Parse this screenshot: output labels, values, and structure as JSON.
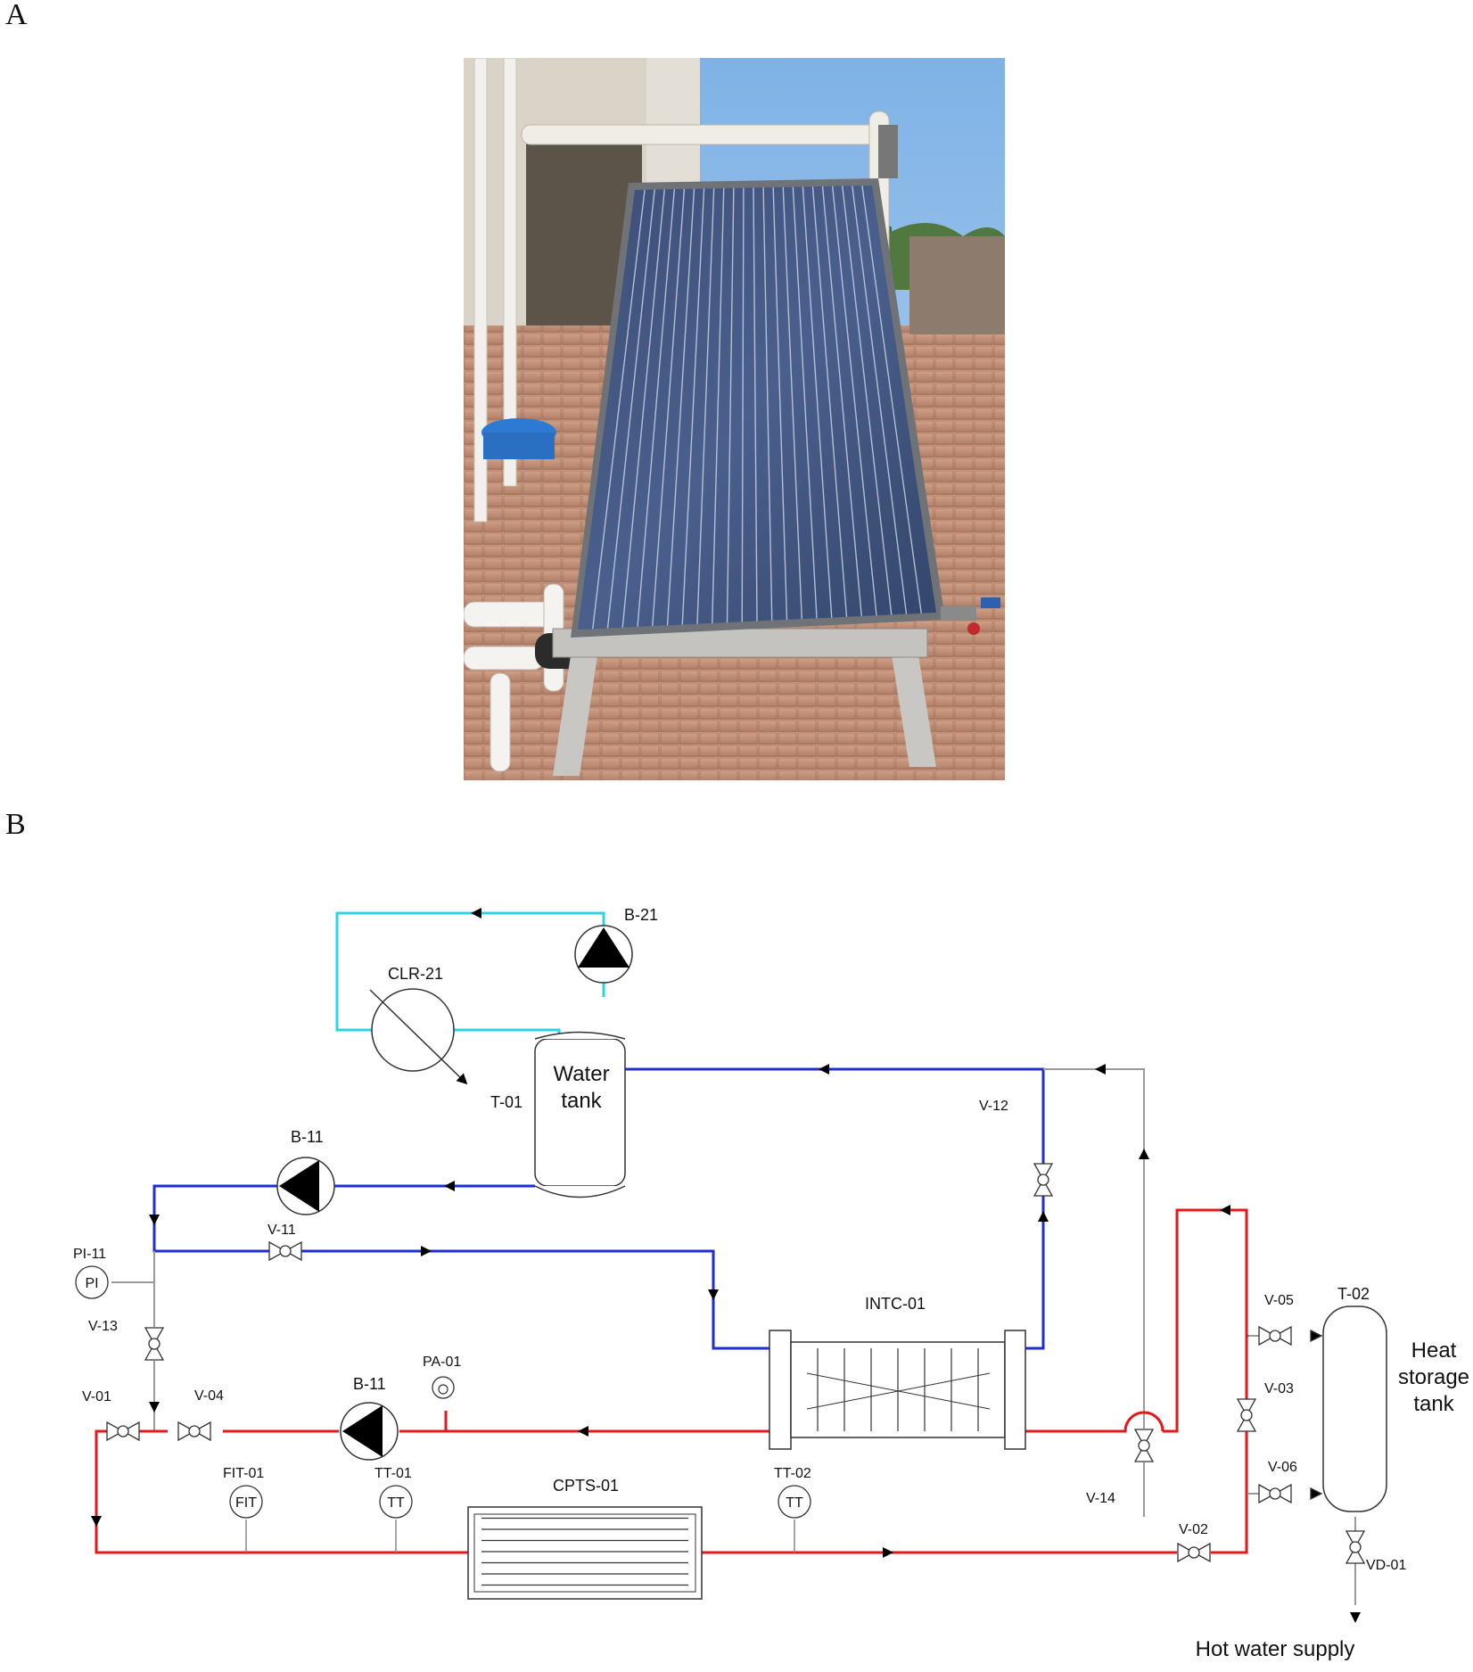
{
  "panels": {
    "a": "A",
    "b": "B"
  },
  "colors": {
    "hot": "#e3191b",
    "cold": "#1e2fd1",
    "cooling": "#2bd3e3",
    "bypass": "#9a9a9a"
  },
  "diagram": {
    "equipment": {
      "B-21": "B-21",
      "CLR-21": "CLR-21",
      "T-01": "T-01",
      "water_tank_line1": "Water",
      "water_tank_line2": "tank",
      "B-11_top": "B-11",
      "B-11_bottom": "B-11",
      "INTC-01": "INTC-01",
      "CPTS-01": "CPTS-01",
      "T-02": "T-02",
      "heat_line1": "Heat",
      "heat_line2": "storage",
      "heat_line3": "tank"
    },
    "valves": {
      "V-01": "V-01",
      "V-02": "V-02",
      "V-03": "V-03",
      "V-04": "V-04",
      "V-05": "V-05",
      "V-06": "V-06",
      "V-11": "V-11",
      "V-12": "V-12",
      "V-13": "V-13",
      "V-14": "V-14",
      "VD-01": "VD-01"
    },
    "instruments": {
      "PI-11": "PI-11",
      "PI": "PI",
      "PA-01": "PA-01",
      "FIT-01": "FIT-01",
      "FIT": "FIT",
      "TT-01": "TT-01",
      "TT-02": "TT-02",
      "TT": "TT"
    },
    "outlet": "Hot water supply"
  }
}
